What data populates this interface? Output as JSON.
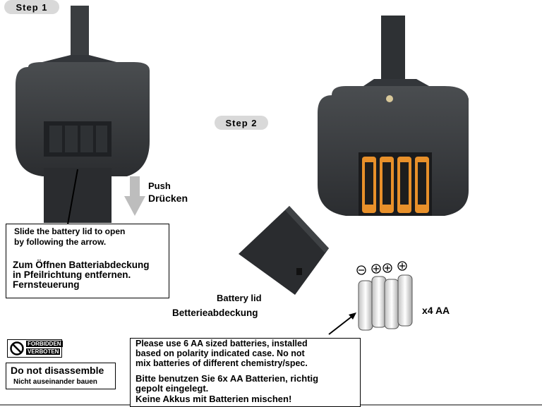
{
  "steps": {
    "step1": "Step 1",
    "step2": "Step 2"
  },
  "push": {
    "en": "Push",
    "de": "Drücken"
  },
  "step1_box": {
    "line1": "Slide the battery lid to open",
    "line2": "by following the arrow.",
    "de1": "Zum Öffnen Batteriabdeckung",
    "de2": "in Pfeilrichtung entfernen.",
    "de3": "Fernsteuerung"
  },
  "battery_lid": {
    "en": "Battery lid",
    "de": "Betterieabdeckung"
  },
  "batteries": {
    "count": "x4 AA"
  },
  "warning": {
    "en1": "Please use 6 AA sized batteries, installed",
    "en2": "based on polarity indicated case. No not",
    "en3": "mix batteries of different chemistry/spec.",
    "de1": "Bitte benutzen Sie 6x AA Batterien, richtig",
    "de2": "gepolt eingelegt.",
    "de3": "Keine Akkus mit Batterien mischen!"
  },
  "forbidden": {
    "line1": "FORBIDDEN",
    "line2": "VERBOTEN"
  },
  "disassemble": {
    "en": "Do not disassemble",
    "de": "Nicht auseinander bauen"
  },
  "colors": {
    "body": "#3a3d40",
    "dark": "#1f2124",
    "battery": "#e8902a",
    "pill": "#d9d9d9"
  }
}
